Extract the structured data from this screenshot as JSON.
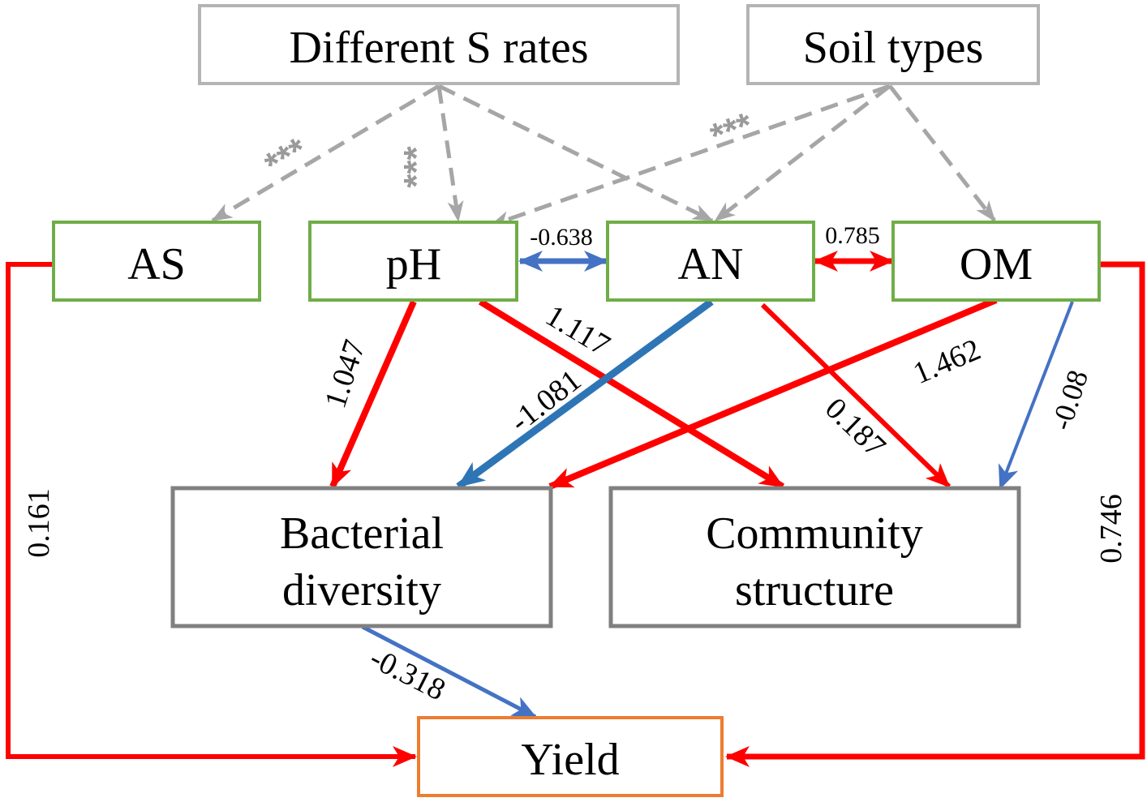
{
  "colors": {
    "positive": "#ff0000",
    "negative": "#4472c4",
    "factor": "#b4b4b4",
    "soil_property": "#70ad47",
    "microbial": "#808080",
    "yield": "#ed7d31",
    "dashed": "#a6a6a6"
  },
  "nodes": {
    "s_rates": "Different S rates",
    "soil_types": "Soil types",
    "as": "AS",
    "ph": "pH",
    "an": "AN",
    "om": "OM",
    "bacterial_line1": "Bacterial",
    "bacterial_line2": "diversity",
    "community_line1": "Community",
    "community_line2": "structure",
    "yield": "Yield"
  },
  "edges": {
    "ph_an": "-0.638",
    "an_om": "0.785",
    "ph_bacterial": "1.047",
    "ph_community": "1.117",
    "an_bacterial": "-1.081",
    "an_community": "0.187",
    "om_bacterial": "1.462",
    "om_community": "-0.08",
    "as_yield": "0.161",
    "om_yield": "0.746",
    "bacterial_yield": "-0.318"
  },
  "significance": {
    "s_as": "***",
    "s_ph": "***",
    "soil_ph": "***"
  }
}
